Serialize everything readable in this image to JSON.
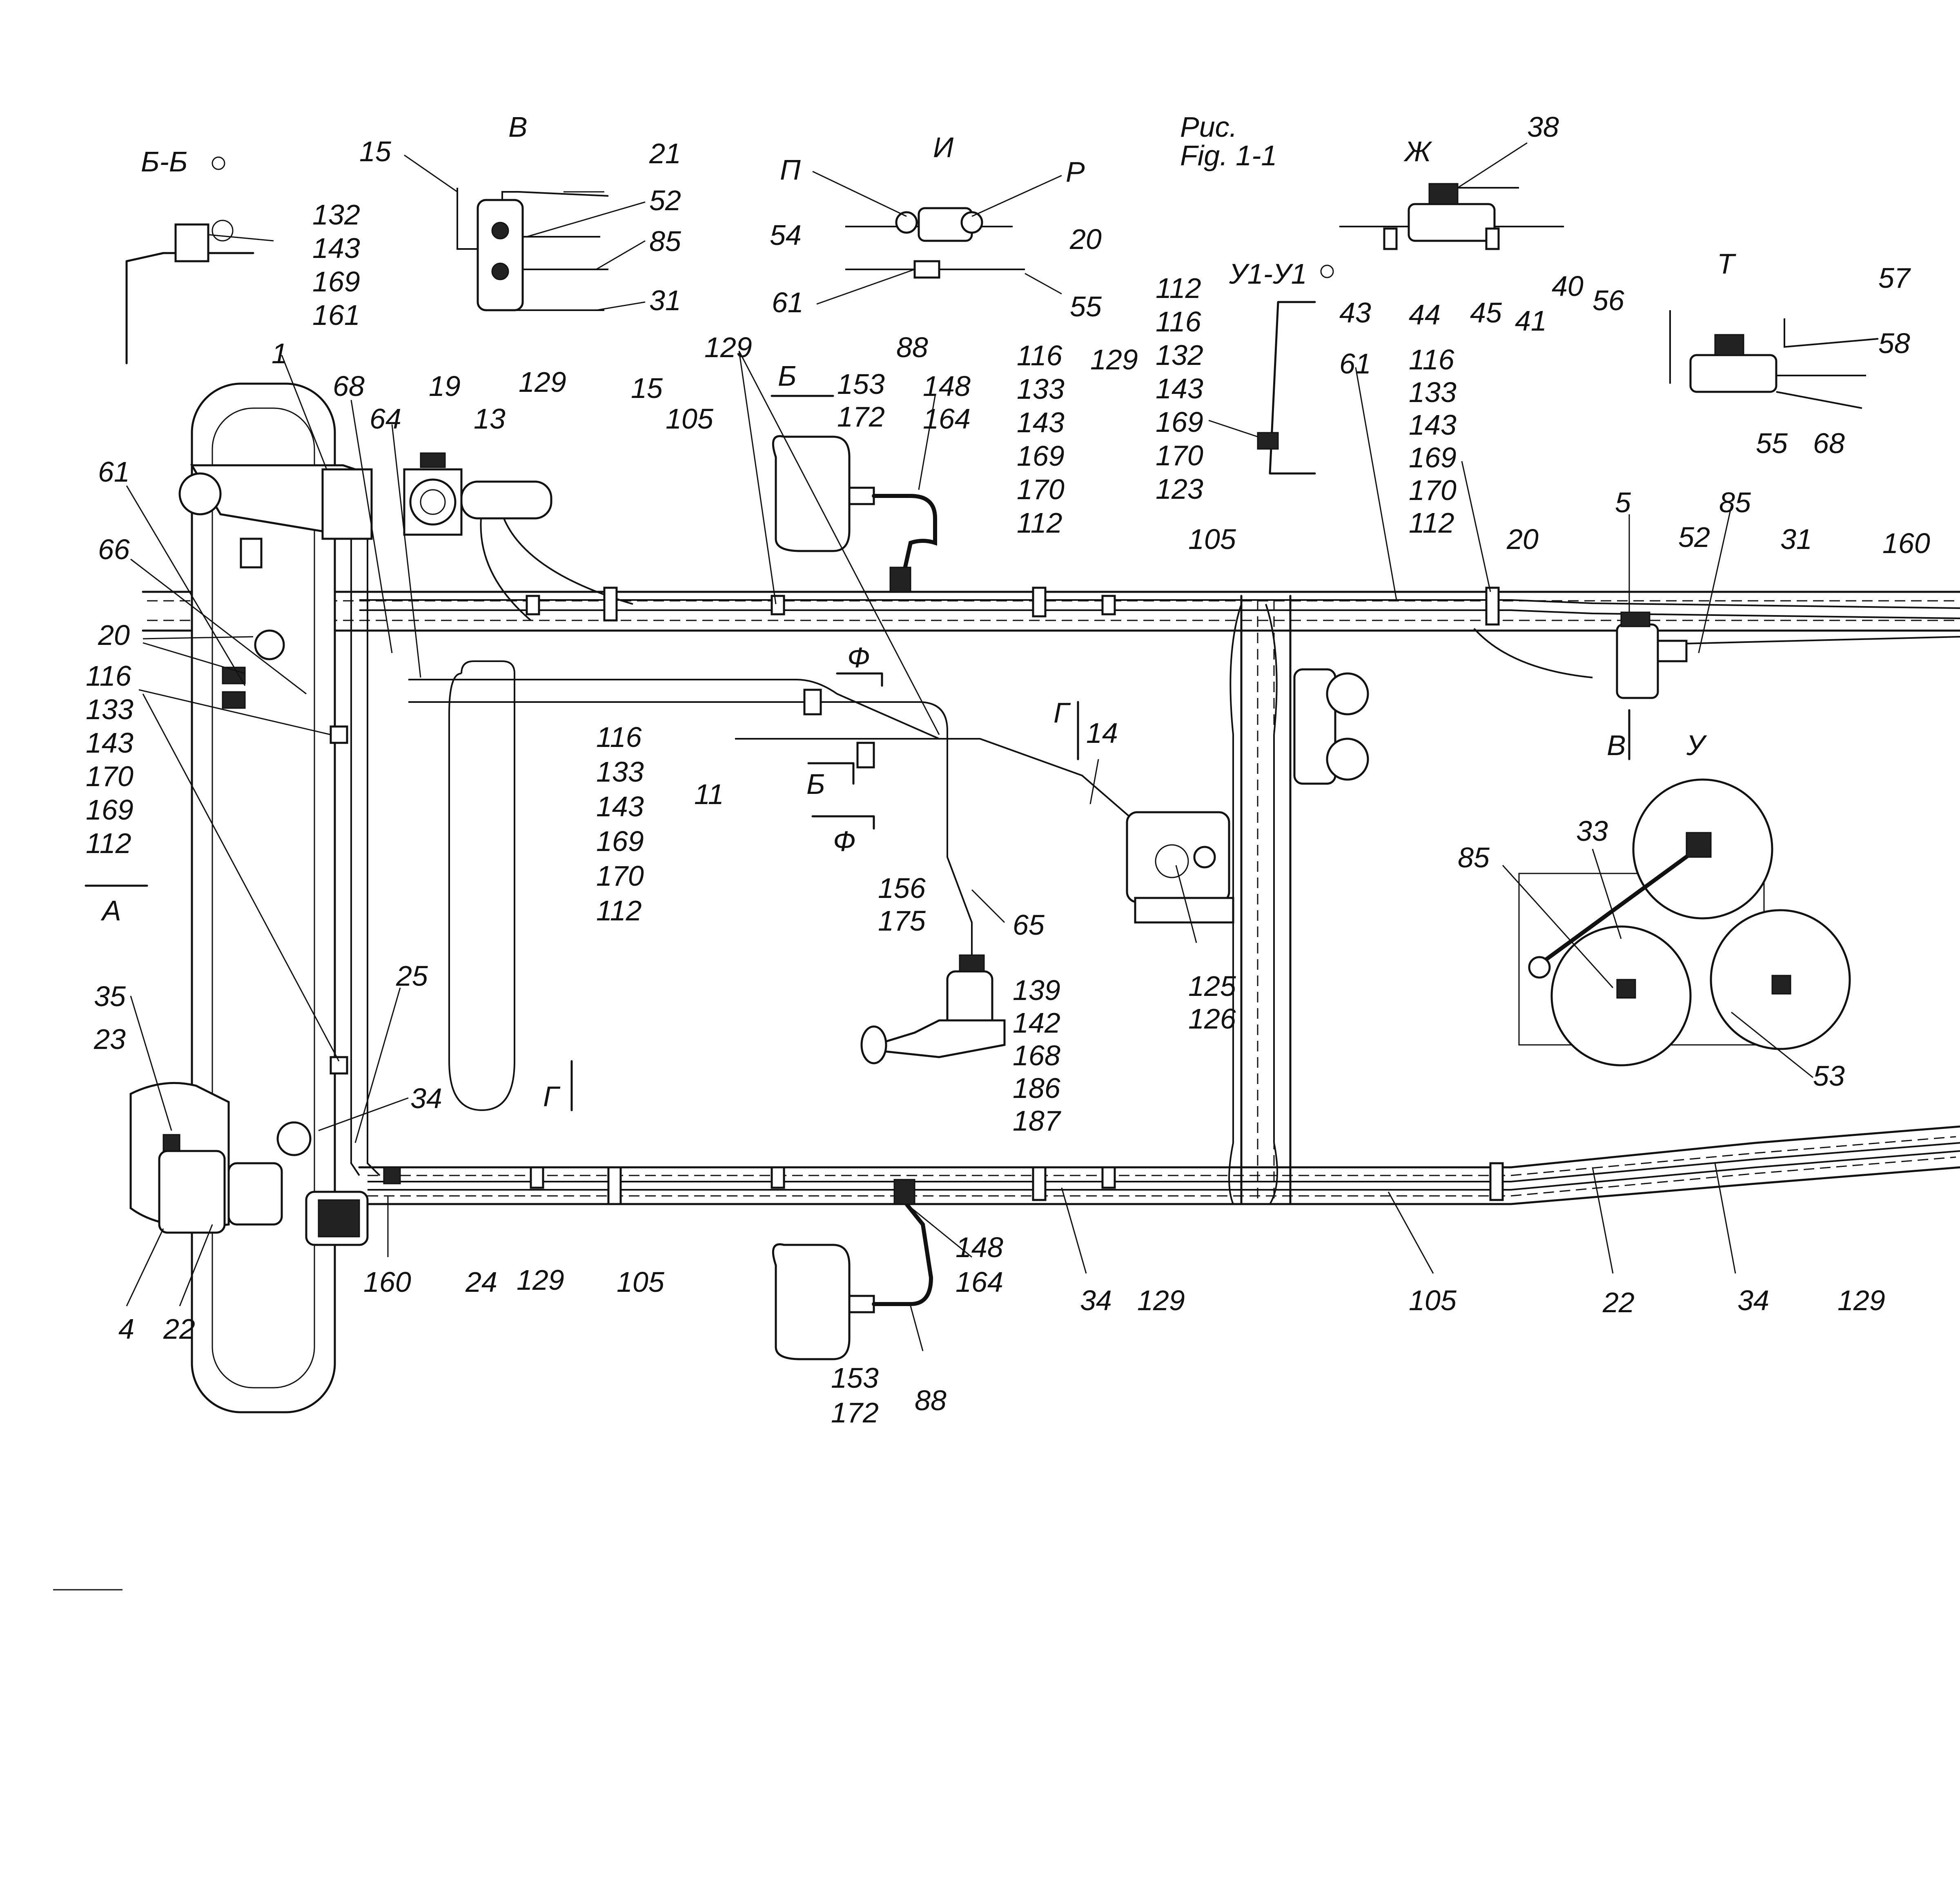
{
  "figure": {
    "caption_ru": "Рис.",
    "caption_en": "Fig. 1-1"
  },
  "views": {
    "bb": "Б-Б",
    "v": "В",
    "i": "И",
    "zh": "Ж",
    "u1u1": "У1-У1",
    "t": "Т",
    "u": "У"
  },
  "marks": {
    "p": "П",
    "r": "Р",
    "a": "А",
    "b1": "Б",
    "b2": "Б",
    "f1": "Ф",
    "f2": "Ф",
    "g1": "Г",
    "g2": "Г",
    "v_arrow": "В"
  },
  "callouts": {
    "bb_list": [
      "132",
      "143",
      "169",
      "161"
    ],
    "v_view": [
      "15",
      "21",
      "52",
      "85",
      "31"
    ],
    "i_view": [
      "54",
      "20",
      "61",
      "55"
    ],
    "u1_list": [
      "112",
      "116",
      "132",
      "143",
      "169",
      "170",
      "123"
    ],
    "zh_view": [
      "38",
      "43",
      "44",
      "45",
      "41",
      "40"
    ],
    "t_view": [
      "56",
      "57",
      "58",
      "55",
      "68"
    ],
    "left_stack": [
      "116",
      "133",
      "143",
      "170",
      "169",
      "112"
    ],
    "mid_stack": [
      "116",
      "133",
      "143",
      "169",
      "170",
      "112"
    ],
    "upper_stack": [
      "116",
      "133",
      "143",
      "169",
      "170",
      "112"
    ],
    "right_stack": [
      "116",
      "133",
      "143",
      "169",
      "170",
      "112"
    ],
    "valve_stack": [
      "139",
      "142",
      "168",
      "186",
      "187"
    ],
    "top_row": [
      "1",
      "68",
      "64",
      "19",
      "13",
      "129",
      "15",
      "105",
      "129",
      "88",
      "148",
      "164",
      "153",
      "172",
      "129",
      "61"
    ],
    "mid_row": [
      "61",
      "66",
      "20",
      "11",
      "14",
      "65",
      "125",
      "126",
      "156",
      "175",
      "105",
      "20",
      "5",
      "85",
      "52",
      "31",
      "160"
    ],
    "lower_row": [
      "35",
      "23",
      "34",
      "25",
      "4",
      "22",
      "160",
      "24",
      "129",
      "105",
      "148",
      "164",
      "153",
      "172",
      "88",
      "34",
      "129",
      "105",
      "22",
      "34",
      "129"
    ],
    "tank_area": [
      "33",
      "85",
      "53"
    ]
  }
}
